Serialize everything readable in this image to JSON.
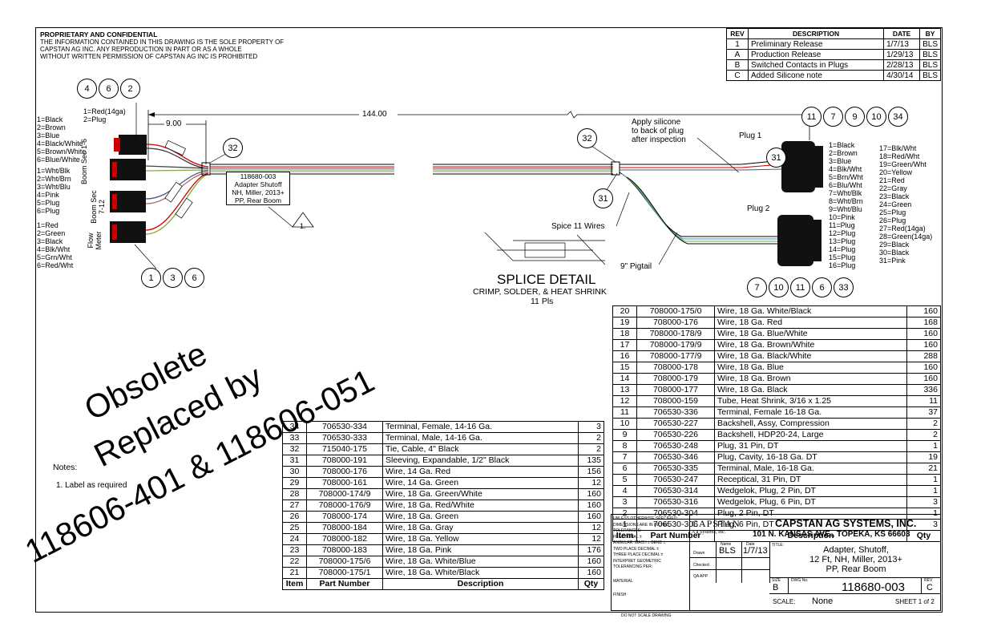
{
  "proprietary": {
    "heading": "PROPRIETARY AND CONFIDENTIAL",
    "lines": [
      "THE INFORMATION CONTAINED IN THIS DRAWING IS THE SOLE PROPERTY OF",
      "CAPSTAN AG INC. ANY REPRODUCTION IN PART OR AS A WHOLE",
      "WITHOUT WRITTEN PERMISSION OF CAPSTAN AG INC IS PROHIBITED"
    ]
  },
  "revisions": {
    "headers": [
      "REV",
      "DESCRIPTION",
      "DATE",
      "BY"
    ],
    "rows": [
      [
        "1",
        "Preliminary Release",
        "1/7/13",
        "BLS"
      ],
      [
        "A",
        "Production Release",
        "1/29/13",
        "BLS"
      ],
      [
        "B",
        "Switched Contacts in Plugs",
        "2/28/13",
        "BLS"
      ],
      [
        "C",
        "Added Silicone note",
        "4/30/14",
        "BLS"
      ]
    ]
  },
  "left_labels": {
    "bubbles_top": [
      "4",
      "6",
      "2"
    ],
    "bubbles_bottom": [
      "1",
      "3",
      "6"
    ],
    "pwr": [
      "1=Red(14ga)",
      "2=Plug"
    ],
    "boom1": [
      "1=Black",
      "2=Brown",
      "3=Blue",
      "4=Black/White",
      "5=Brown/White",
      "6=Blue/White"
    ],
    "boom2": [
      "1=Wht/Blk",
      "2=Wht/Brn",
      "3=Wht/Blu",
      "4=Pink",
      "5=Plug",
      "6=Plug"
    ],
    "flow": [
      "1=Red",
      "2=Green",
      "3=Black",
      "4=Blk/Wht",
      "5=Grn/Wht",
      "6=Red/Wht"
    ],
    "vert_boom1": "Boom Sec 1-6",
    "vert_boom2": "Boom Sec 7-12",
    "vert_flow": "Flow Meter"
  },
  "dims": {
    "d900": "9.00",
    "d144": "144.00"
  },
  "callouts": {
    "b32a": "32",
    "b32b": "32",
    "b31": "31",
    "b31b": "31",
    "tag": [
      "118680-003",
      "Adapter Shutoff",
      "NH, Miller, 2013+",
      "PP, Rear Boom"
    ],
    "note1": "1.",
    "silicone": [
      "Apply silicone",
      "to back of plug",
      "after inspection"
    ],
    "plug1": "Plug 1",
    "plug2": "Plug 2",
    "splice": "Spice 11 Wires",
    "pigtail": "9\" Pigtail",
    "bubbles_right_top": [
      "11",
      "7",
      "9",
      "10",
      "34"
    ],
    "bubbles_right_bottom": [
      "7",
      "10",
      "11",
      "6",
      "33"
    ]
  },
  "plug1_pins_a": [
    "1=Black",
    "2=Brown",
    "3=Blue",
    "4=Blk/Wht",
    "5=Brn/Wht",
    "6=Blu/Wht",
    "7=Wht/Blk",
    "8=Wht/Brn",
    "9=Wht/Blu",
    "10=Pink",
    "11=Plug",
    "12=Plug",
    "13=Plug",
    "14=Plug",
    "15=Plug",
    "16=Plug"
  ],
  "plug1_pins_b": [
    "17=Blk/Wht",
    "18=Red/Wht",
    "19=Green/Wht",
    "20=Yellow",
    "21=Red",
    "22=Gray",
    "23=Black",
    "24=Green",
    "25=Plug",
    "26=Plug",
    "27=Red(14ga)",
    "28=Green(14ga)",
    "29=Black",
    "30=Black",
    "31=Pink"
  ],
  "splice_detail": {
    "title": "SPLICE DETAIL",
    "sub": "CRIMP, SOLDER, & HEAT SHRINK",
    "qty": "11 Pls"
  },
  "watermark": [
    "Obsolete",
    "Replaced by",
    "118606-401 & 118606-051"
  ],
  "notes": {
    "title": "Notes:",
    "n1": "1. Label as required"
  },
  "bom_right": {
    "rows": [
      [
        "20",
        "708000-175/0",
        "Wire, 18 Ga. White/Black",
        "160"
      ],
      [
        "19",
        "708000-176",
        "Wire, 18 Ga. Red",
        "168"
      ],
      [
        "18",
        "708000-178/9",
        "Wire, 18 Ga. Blue/White",
        "160"
      ],
      [
        "17",
        "708000-179/9",
        "Wire, 18 Ga. Brown/White",
        "160"
      ],
      [
        "16",
        "708000-177/9",
        "Wire, 18 Ga. Black/White",
        "288"
      ],
      [
        "15",
        "708000-178",
        "Wire, 18 Ga. Blue",
        "160"
      ],
      [
        "14",
        "708000-179",
        "Wire, 18 Ga. Brown",
        "160"
      ],
      [
        "13",
        "708000-177",
        "Wire, 18 Ga. Black",
        "336"
      ],
      [
        "12",
        "708000-159",
        "Tube, Heat Shrink, 3/16 x 1.25",
        "11"
      ],
      [
        "11",
        "706530-336",
        "Terminal, Female 16-18 Ga.",
        "37"
      ],
      [
        "10",
        "706530-227",
        "Backshell, Assy, Compression",
        "2"
      ],
      [
        "9",
        "706530-226",
        "Backshell, HDP20-24, Large",
        "2"
      ],
      [
        "8",
        "706530-248",
        "Plug, 31 Pin, DT",
        "1"
      ],
      [
        "7",
        "706530-346",
        "Plug, Cavity, 16-18 Ga. DT",
        "19"
      ],
      [
        "6",
        "706530-335",
        "Terminal, Male, 16-18 Ga.",
        "21"
      ],
      [
        "5",
        "706530-247",
        "Receptical, 31 Pin, DT",
        "1"
      ],
      [
        "4",
        "706530-314",
        "Wedgelok, Plug, 2 Pin, DT",
        "1"
      ],
      [
        "3",
        "706530-316",
        "Wedgelok, Plug, 6 Pin, DT",
        "3"
      ],
      [
        "2",
        "706530-304",
        "Plug, 2 Pin, DT",
        "1"
      ],
      [
        "1",
        "706530-306",
        "Plug, 6 Pin, DT",
        "3"
      ]
    ],
    "headers": [
      "Item",
      "Part Number",
      "Description",
      "Qty"
    ]
  },
  "bom_left": {
    "rows": [
      [
        "34",
        "706530-334",
        "Terminal, Female, 14-16 Ga.",
        "3"
      ],
      [
        "33",
        "706530-333",
        "Terminal, Male, 14-16 Ga.",
        "2"
      ],
      [
        "32",
        "715040-175",
        "Tie, Cable, 4\" Black",
        "2"
      ],
      [
        "31",
        "708000-191",
        "Sleeving, Expandable, 1/2\" Black",
        "135"
      ],
      [
        "30",
        "708000-176",
        "Wire, 14 Ga. Red",
        "156"
      ],
      [
        "29",
        "708000-161",
        "Wire, 14 Ga. Green",
        "12"
      ],
      [
        "28",
        "708000-174/9",
        "Wire, 18 Ga. Green/White",
        "160"
      ],
      [
        "27",
        "708000-176/9",
        "Wire, 18 Ga. Red/White",
        "160"
      ],
      [
        "26",
        "708000-174",
        "Wire, 18 Ga. Green",
        "160"
      ],
      [
        "25",
        "708000-184",
        "Wire, 18 Ga. Gray",
        "12"
      ],
      [
        "24",
        "708000-182",
        "Wire, 18 Ga. Yellow",
        "12"
      ],
      [
        "23",
        "708000-183",
        "Wire, 18 Ga. Pink",
        "176"
      ],
      [
        "22",
        "708000-175/6",
        "Wire, 18 Ga. White/Blue",
        "160"
      ],
      [
        "21",
        "708000-175/1",
        "Wire, 18 Ga. White/Black",
        "160"
      ]
    ],
    "headers": [
      "Item",
      "Part Number",
      "Description",
      "Qty"
    ]
  },
  "title_block": {
    "tol": [
      "UNLESS OTHERWISE SPECIFIED:",
      "DIMENSIONS ARE IN INCHES",
      "TOLERANCES:",
      "FRACTIONAL ±",
      "ANGULAR: MACH ±   BEND ±",
      "TWO PLACE DECIMAL   ±",
      "THREE PLACE DECIMAL  ±",
      "INTERPRET GEOMETRIC",
      "TOLERANCING PER:",
      "MATERIAL",
      "FINISH",
      "DO NOT SCALE DRAWING"
    ],
    "name_h": "Name",
    "date_h": "Date",
    "drawn": "Drawn",
    "drawn_name": "BLS",
    "drawn_date": "1/7/13",
    "checked": "Checked",
    "qa": "QA APP",
    "logo": "CAPSTAN",
    "logo_sub": "A g Systems, Inc.",
    "company": "CAPSTAN AG SYSTEMS, INC.",
    "address": "101 N. KANSAS AVE., TOPEKA, KS 66603",
    "title_label": "TITLE:",
    "title_lines": [
      "Adapter, Shutoff,",
      "12 Ft, NH, Miller, 2013+",
      "PP, Rear Boom"
    ],
    "size_label": "SIZE",
    "size": "B",
    "dwg_label": "DWG No.",
    "dwg": "118680-003",
    "rev_label": "REV",
    "rev": "C",
    "scale_label": "SCALE:",
    "scale": "None",
    "sheet": "SHEET 1 of 2"
  }
}
